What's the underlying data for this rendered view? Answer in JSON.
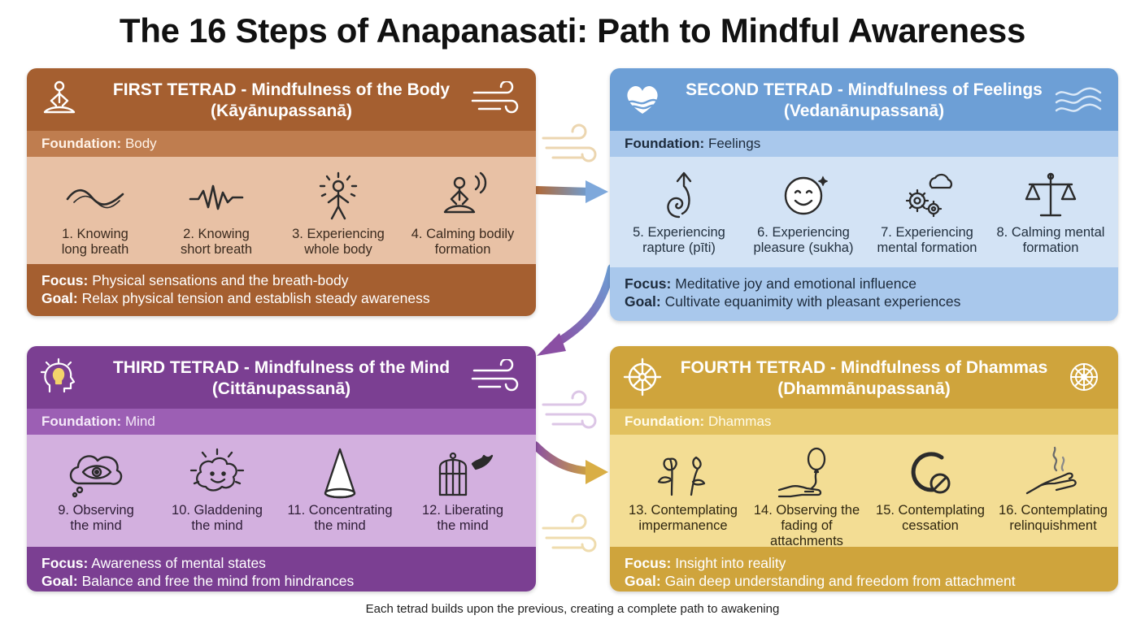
{
  "title": "The 16 Steps of Anapanasati: Path to Mindful Awareness",
  "footer": "Each tetrad builds upon the previous, creating a complete path to awakening",
  "labels": {
    "foundation": "Foundation:",
    "focus": "Focus:",
    "goal": "Goal:"
  },
  "colors": {
    "brown": "#a55f30",
    "blue": "#6d9fd6",
    "purple": "#7b3f92",
    "gold": "#cfa43c"
  },
  "tetrads": [
    {
      "title_line1": "FIRST TETRAD - Mindfulness of the Body",
      "title_line2": "(Kāyānupassanā)",
      "header_icon": "meditating-person-icon",
      "foundation": "Body",
      "steps": [
        {
          "line1": "1. Knowing",
          "line2": "long breath",
          "icon": "long-wave-icon"
        },
        {
          "line1": "2. Knowing",
          "line2": "short breath",
          "icon": "short-wave-icon"
        },
        {
          "line1": "3. Experiencing",
          "line2": "whole body",
          "icon": "radiant-body-icon"
        },
        {
          "line1": "4. Calming bodily",
          "line2": "formation",
          "icon": "calm-meditator-icon"
        }
      ],
      "focus": "Physical sensations and the breath-body",
      "goal": "Relax physical tension and establish steady awareness"
    },
    {
      "title_line1": "SECOND TETRAD - Mindfulness of Feelings",
      "title_line2": "(Vedanānupassanā)",
      "header_icon": "heart-wave-icon",
      "foundation": "Feelings",
      "steps": [
        {
          "line1": "5. Experiencing",
          "line2": "rapture (pīti)",
          "icon": "rising-spiral-icon"
        },
        {
          "line1": "6. Experiencing",
          "line2": "pleasure (sukha)",
          "icon": "smiley-icon"
        },
        {
          "line1": "7. Experiencing",
          "line2": "mental formation",
          "icon": "gears-cloud-icon"
        },
        {
          "line1": "8. Calming mental",
          "line2": "formation",
          "icon": "balance-scale-icon"
        }
      ],
      "focus": "Meditative joy and emotional influence",
      "goal": "Cultivate equanimity with pleasant experiences"
    },
    {
      "title_line1": "THIRD TETRAD - Mindfulness of the Mind",
      "title_line2": "(Cittānupassanā)",
      "header_icon": "lightbulb-head-icon",
      "foundation": "Mind",
      "steps": [
        {
          "line1": "9. Observing",
          "line2": "the mind",
          "icon": "eye-cloud-icon"
        },
        {
          "line1": "10. Gladdening",
          "line2": "the mind",
          "icon": "happy-brain-icon"
        },
        {
          "line1": "11. Concentrating",
          "line2": "the mind",
          "icon": "cone-icon"
        },
        {
          "line1": "12. Liberating",
          "line2": "the mind",
          "icon": "bird-cage-icon"
        }
      ],
      "focus": "Awareness of mental states",
      "goal": "Balance and free the mind from hindrances"
    },
    {
      "title_line1": "FOURTH TETRAD - Mindfulness of Dhammas",
      "title_line2": "(Dhammānupassanā)",
      "header_icon": "dharma-wheel-icon",
      "foundation": "Dhammas",
      "steps": [
        {
          "line1": "13. Contemplating",
          "line2": "impermanence",
          "icon": "wilting-flower-icon"
        },
        {
          "line1": "14. Observing the",
          "line2": "fading of attachments",
          "icon": "hand-balloon-icon"
        },
        {
          "line1": "15. Contemplating",
          "line2": "cessation",
          "icon": "cessation-icon"
        },
        {
          "line1": "16. Contemplating",
          "line2": "relinquishment",
          "icon": "open-hand-smoke-icon"
        }
      ],
      "focus": "Insight into reality",
      "goal": "Gain deep understanding and freedom from attachment"
    }
  ]
}
